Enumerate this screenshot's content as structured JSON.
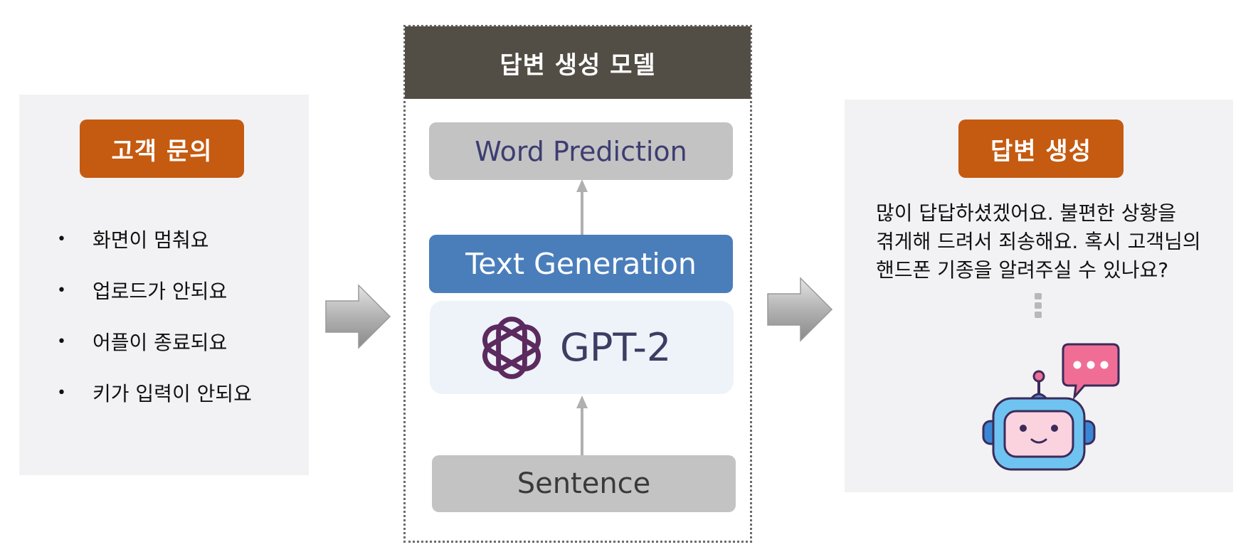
{
  "left_panel": {
    "title": "고객 문의",
    "items": [
      "화면이 멈춰요",
      "업로드가 안되요",
      "어플이 종료되요",
      "키가 입력이 안되요"
    ],
    "bullet": "•"
  },
  "model": {
    "header": "답변 생성 모델",
    "output_label": "Word Prediction",
    "task_label": "Text Generation",
    "model_name": "GPT-2",
    "input_label": "Sentence"
  },
  "right_panel": {
    "title": "답변 생성",
    "response_lines": [
      "많이 답답하셨겠어요. 불편한 상황을",
      "겪게해 드려서 죄송해요. 혹시 고객님의",
      "핸드폰 기종을 알려주실 수 있나요?"
    ]
  },
  "icons": [
    "right-arrow-icon",
    "openai-logo-icon",
    "up-arrow-icon",
    "vertical-ellipsis-icon",
    "chatbot-robot-icon",
    "speech-bubble-icon"
  ],
  "colors": {
    "tag_orange": "#c55a11",
    "header_dark": "#524e45",
    "text_generation_blue": "#4a7ebb",
    "gray_box": "#c3c3c3",
    "panel_bg": "#f2f2f4",
    "gpt_logo_purple": "#5b2a5e"
  }
}
